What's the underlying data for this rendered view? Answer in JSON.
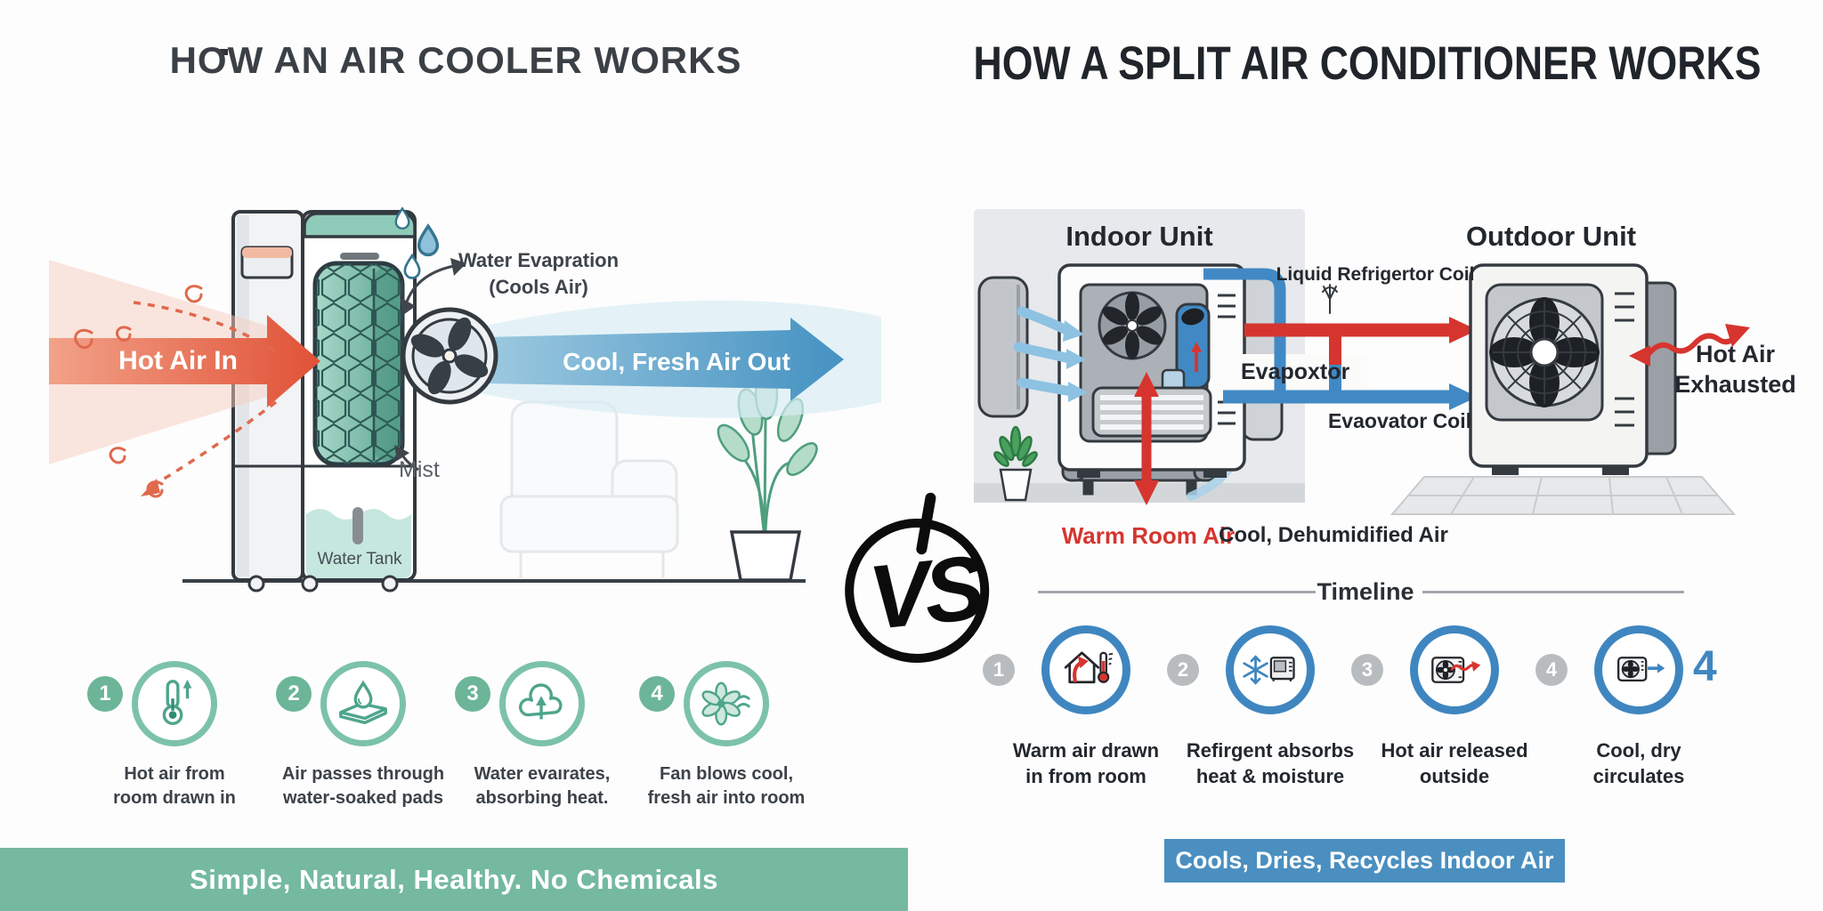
{
  "colors": {
    "green_banner": "#74b9a0",
    "blue_banner": "#4a8fc0",
    "timeline_blue": "#3f86c0",
    "step_green": "#6cb598",
    "hot_red": "#e05136",
    "pipe_red": "#d6352f",
    "pipe_blue": "#4189c4",
    "cool_blue": "#4592c2",
    "text_dark": "#23282e"
  },
  "left_panel": {
    "title": "HOW AN AIR COOLER WORKS",
    "diagram": {
      "hot_air_label": "Hot Air In",
      "evaporation_label_line1": "Water Evapration",
      "evaporation_label_line2": "(Cools Air)",
      "mist_label": "Mist",
      "cool_air_label": "Cool, Fresh Air Out",
      "water_tank_label": "Water Tank"
    },
    "steps": [
      {
        "number": "1",
        "icon": "thermometer-up-icon",
        "caption_line1": "Hot air from",
        "caption_line2": "room drawn in"
      },
      {
        "number": "2",
        "icon": "droplet-pad-icon",
        "caption_line1": "Air passes through",
        "caption_line2": "water-soaked pads"
      },
      {
        "number": "3",
        "icon": "cloud-evaporation-icon",
        "caption_line1": "Water evaırates,",
        "caption_line2": "absorbing heat."
      },
      {
        "number": "4",
        "icon": "fan-breeze-icon",
        "caption_line1": "Fan blows cool,",
        "caption_line2": "fresh air into room"
      }
    ],
    "banner": "Simple, Natural, Healthy. No Chemicals"
  },
  "vs_badge": "VS",
  "right_panel": {
    "title": "HOW A SPLIT AIR CONDITIONER WORKS",
    "diagram": {
      "indoor_unit_label": "Indoor Unit",
      "outdoor_unit_label": "Outdoor Unit",
      "liquid_coil_label": "Liquid Refrigertor Coil",
      "evaporator_label": "Evapoxtor",
      "evaporator_coil_label": "Evaovator Coil",
      "hot_air_line1": "Hot Air",
      "hot_air_line2": "Exhausted",
      "warm_room_air_label": "Warm Room Air",
      "cool_air_label": "Cool, Dehumidified Air"
    },
    "timeline": {
      "heading": "Timeline",
      "steps": [
        {
          "number": "1",
          "icon": "house-warm-air-icon",
          "caption_line1": "Warm air drawn",
          "caption_line2": "in from room"
        },
        {
          "number": "2",
          "icon": "refrigerant-snowflake-icon",
          "caption_line1": "Refirgent absorbs",
          "caption_line2": "heat & moisture"
        },
        {
          "number": "3",
          "icon": "outdoor-unit-exhaust-icon",
          "caption_line1": "Hot air released",
          "caption_line2": "outside"
        },
        {
          "number": "4",
          "icon": "indoor-airflow-icon",
          "caption_line1": "Cool, dry",
          "caption_line2": "circulates"
        }
      ],
      "stray_number": "4"
    },
    "banner": "Cools, Dries, Recycles Indoor Air"
  }
}
